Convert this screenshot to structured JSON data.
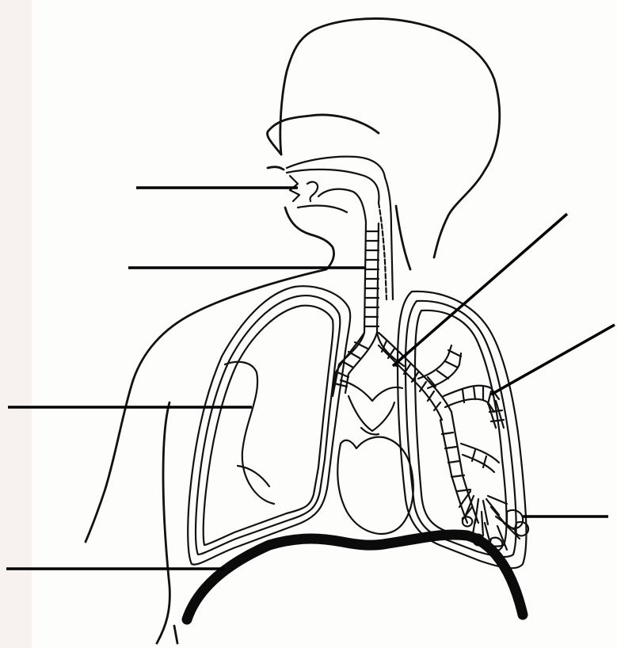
{
  "colors": {
    "ink": "#111111",
    "paper": "#fdfdfc",
    "margin": "#f7f1f0"
  },
  "labels": [
    {
      "id": "nasal-cavity",
      "text": ""
    },
    {
      "id": "trachea",
      "text": ""
    },
    {
      "id": "bronchus",
      "text": ""
    },
    {
      "id": "bronchiole",
      "text": ""
    },
    {
      "id": "lung",
      "text": ""
    },
    {
      "id": "alveoli",
      "text": ""
    },
    {
      "id": "diaphragm",
      "text": ""
    }
  ]
}
